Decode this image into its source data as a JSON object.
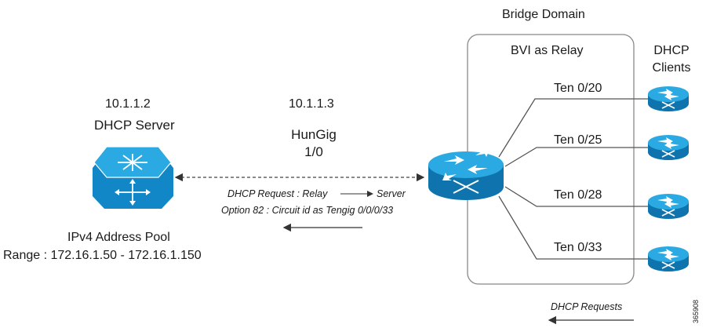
{
  "bridge_domain": {
    "title": "Bridge Domain",
    "bvi_label": "BVI as Relay"
  },
  "clients_label": {
    "line1": "DHCP",
    "line2": "Clients"
  },
  "server": {
    "ip": "10.1.1.2",
    "name": "DHCP Server",
    "pool_title": "IPv4 Address Pool",
    "pool_range": "Range : 172.16.1.50 - 172.16.1.150"
  },
  "relay": {
    "ip": "10.1.1.3",
    "interface_line1": "HunGig",
    "interface_line2": "1/0"
  },
  "messages": {
    "request_prefix": "DHCP Request : Relay",
    "request_suffix": "Server",
    "option82": "Option 82 : Circuit id as Tengig 0/0/0/33",
    "client_requests": "DHCP Requests"
  },
  "ports": [
    "Ten 0/20",
    "Ten 0/25",
    "Ten 0/28",
    "Ten 0/33"
  ],
  "figure_id": "365908",
  "colors": {
    "device_blue": "#1a9bd7",
    "device_dark": "#0f6fa3",
    "line": "#555555",
    "box_border": "#888888"
  }
}
